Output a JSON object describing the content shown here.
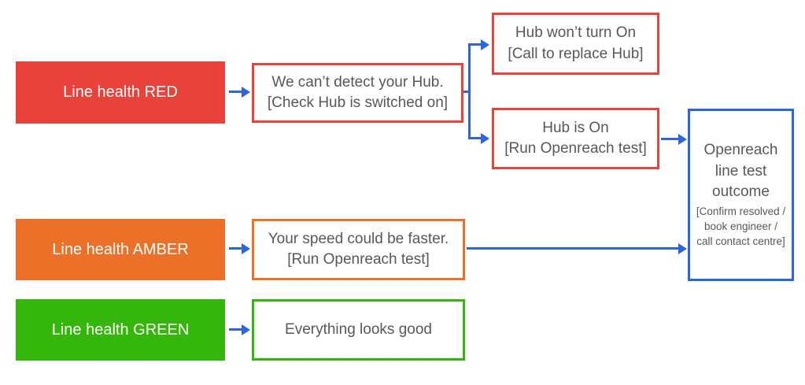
{
  "colors": {
    "red": "#e8423a",
    "orange": "#ed7029",
    "green": "#34b60a",
    "blue": "#2b66e0",
    "text_gray": "#58585b"
  },
  "flowchart": {
    "sources": {
      "red": {
        "label": "Line health RED"
      },
      "amber": {
        "label": "Line health AMBER"
      },
      "green": {
        "label": "Line health GREEN"
      }
    },
    "steps": {
      "red": {
        "line1": "We can’t detect your Hub.",
        "line2": "[Check Hub is switched on]"
      },
      "amber": {
        "line1": "Your speed could be faster.",
        "line2": "[Run Openreach test]"
      },
      "green": {
        "line1": "Everything looks good"
      }
    },
    "red_outcomes": {
      "hub_off": {
        "line1": "Hub won’t turn On",
        "line2": "[Call to replace Hub]"
      },
      "hub_on": {
        "line1": "Hub is On",
        "line2": "[Run Openreach test]"
      }
    },
    "final": {
      "line1": "Openreach",
      "line2": "line test",
      "line3": "outcome",
      "sub1": "[Confirm resolved /",
      "sub2": "book engineer /",
      "sub3": "call contact centre]"
    }
  }
}
